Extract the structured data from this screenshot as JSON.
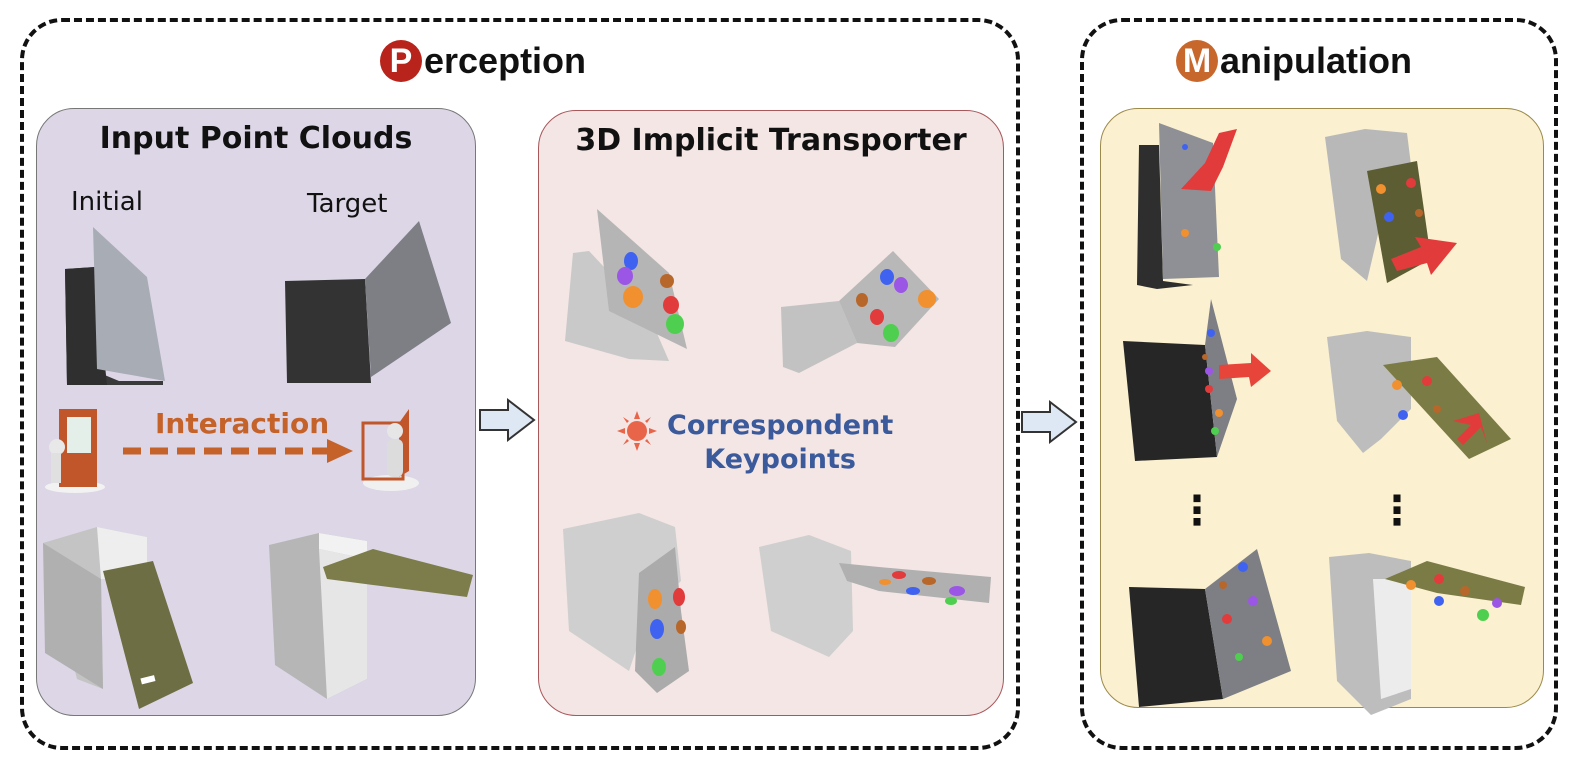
{
  "perception": {
    "badge_letter": "P",
    "title_rest": "erception",
    "badge_color": "#b8231c",
    "input_panel": {
      "title": "Input Point Clouds",
      "initial_label": "Initial",
      "target_label": "Target",
      "interaction_label": "Interaction",
      "bg_color": "#ddd6e6",
      "accent_color": "#c4622a"
    },
    "transporter_panel": {
      "title": "3D Implicit Transporter",
      "keypoints_line1": "Correspondent",
      "keypoints_line2": "Keypoints",
      "bg_color": "#f3e6e5",
      "border_color": "#a8575a",
      "text_color": "#3a5a9c",
      "sun_color": "#e8654a"
    }
  },
  "manipulation": {
    "badge_letter": "M",
    "title_rest": "anipulation",
    "badge_color": "#c8672c",
    "panel": {
      "bg_color": "#fbf0cf",
      "border_color": "#9c8a4a",
      "ellipsis": "⋮"
    }
  },
  "arrows": {
    "fill_color": "#dde8f4"
  },
  "keypoint_colors": {
    "blue": "#3f63f0",
    "purple": "#9b56e6",
    "brown": "#b8672b",
    "orange": "#f0902f",
    "red": "#e23b3b",
    "green": "#4fcf4f"
  }
}
